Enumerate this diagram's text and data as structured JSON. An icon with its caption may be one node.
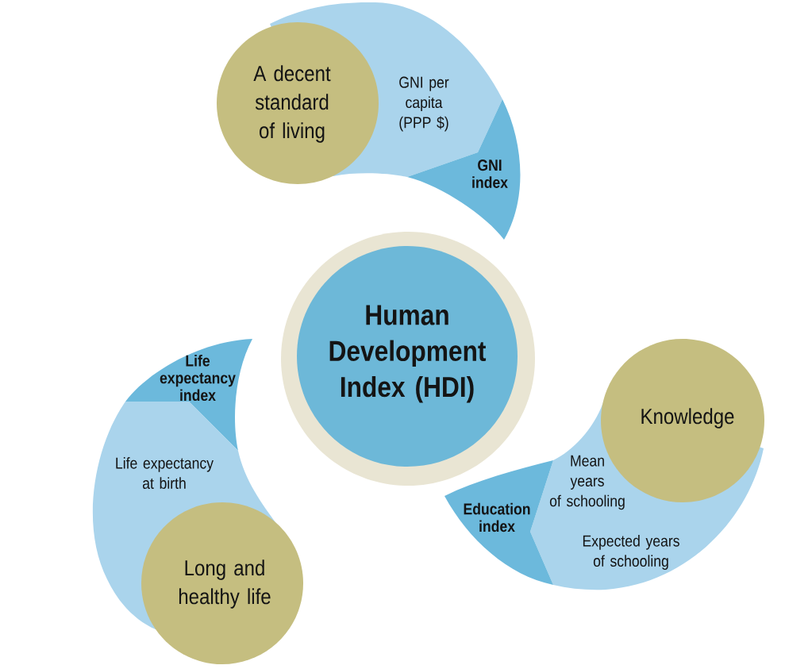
{
  "diagram": {
    "nodes": [
      {
        "text": [
          "A decent standard of living"
        ]
      },
      {
        "text": [
          "GNI per capita (PPP $)"
        ]
      },
      {
        "text": [
          "GNI index"
        ]
      },
      {
        "text": [
          "Human Development Index (HDI)"
        ]
      },
      {
        "text": [
          "Life expectancy index"
        ]
      },
      {
        "text": [
          "Life expectancy at birth"
        ]
      },
      {
        "text": [
          "Long and healthy life"
        ]
      },
      {
        "text": [
          "Knowledge"
        ]
      },
      {
        "text": [
          "Mean years of schooling",
          "Expected years of schooling"
        ]
      },
      {
        "text": [
          "Education index"
        ]
      }
    ]
  }
}
